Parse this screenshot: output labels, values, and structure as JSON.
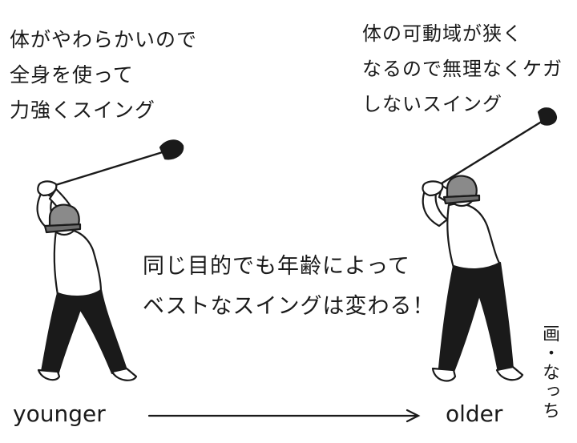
{
  "captions": {
    "young": [
      "体がやわらかいので",
      "全身を使って",
      "力強くスイング"
    ],
    "old": [
      "体の可動域が狭く",
      "なるので無理なくケガ",
      "しないスイング"
    ],
    "middle": [
      "同じ目的でも年齢によって",
      "ベストなスイングは変わる！"
    ]
  },
  "credit": "画・なっち",
  "axis": {
    "start_label": "younger",
    "end_label": "older"
  },
  "colors": {
    "ink": "#1a1a1a",
    "cap_gray": "#8a8a8a",
    "shirt": "#ffffff",
    "pants": "#1a1a1a"
  },
  "figures": {
    "left": "young-golfer-backswing",
    "right": "older-golfer-backswing"
  }
}
